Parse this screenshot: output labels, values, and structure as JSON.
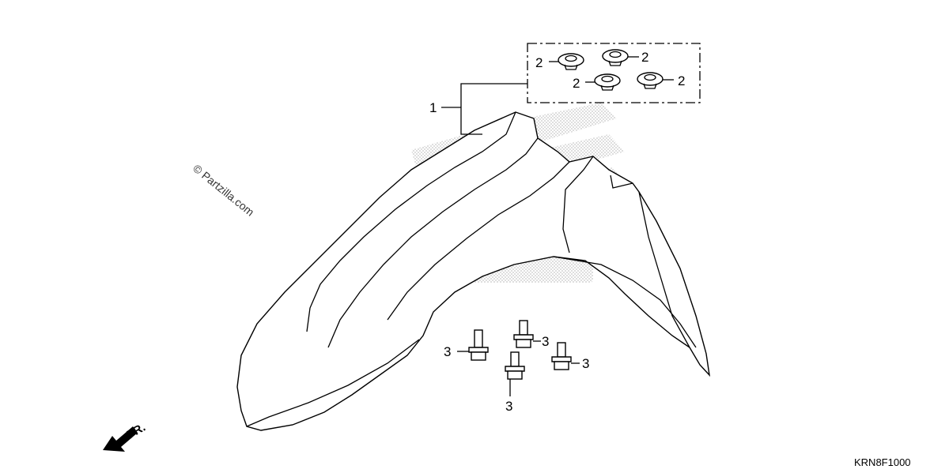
{
  "watermark": "© Partzilla.com",
  "diagram_code": "KRN8F1000",
  "direction_label": "FR.",
  "callouts": {
    "fender": "1",
    "grommet_a": "2",
    "grommet_b": "2",
    "grommet_c": "2",
    "grommet_d": "2",
    "bolt_a": "3",
    "bolt_b": "3",
    "bolt_c": "3",
    "bolt_d": "3"
  },
  "icons": {
    "direction_arrow": "arrow-down-left-icon",
    "brand_watermark": "wing-logo-icon"
  },
  "colors": {
    "line": "#000000",
    "watermark_dots": "#c8c8c8"
  }
}
